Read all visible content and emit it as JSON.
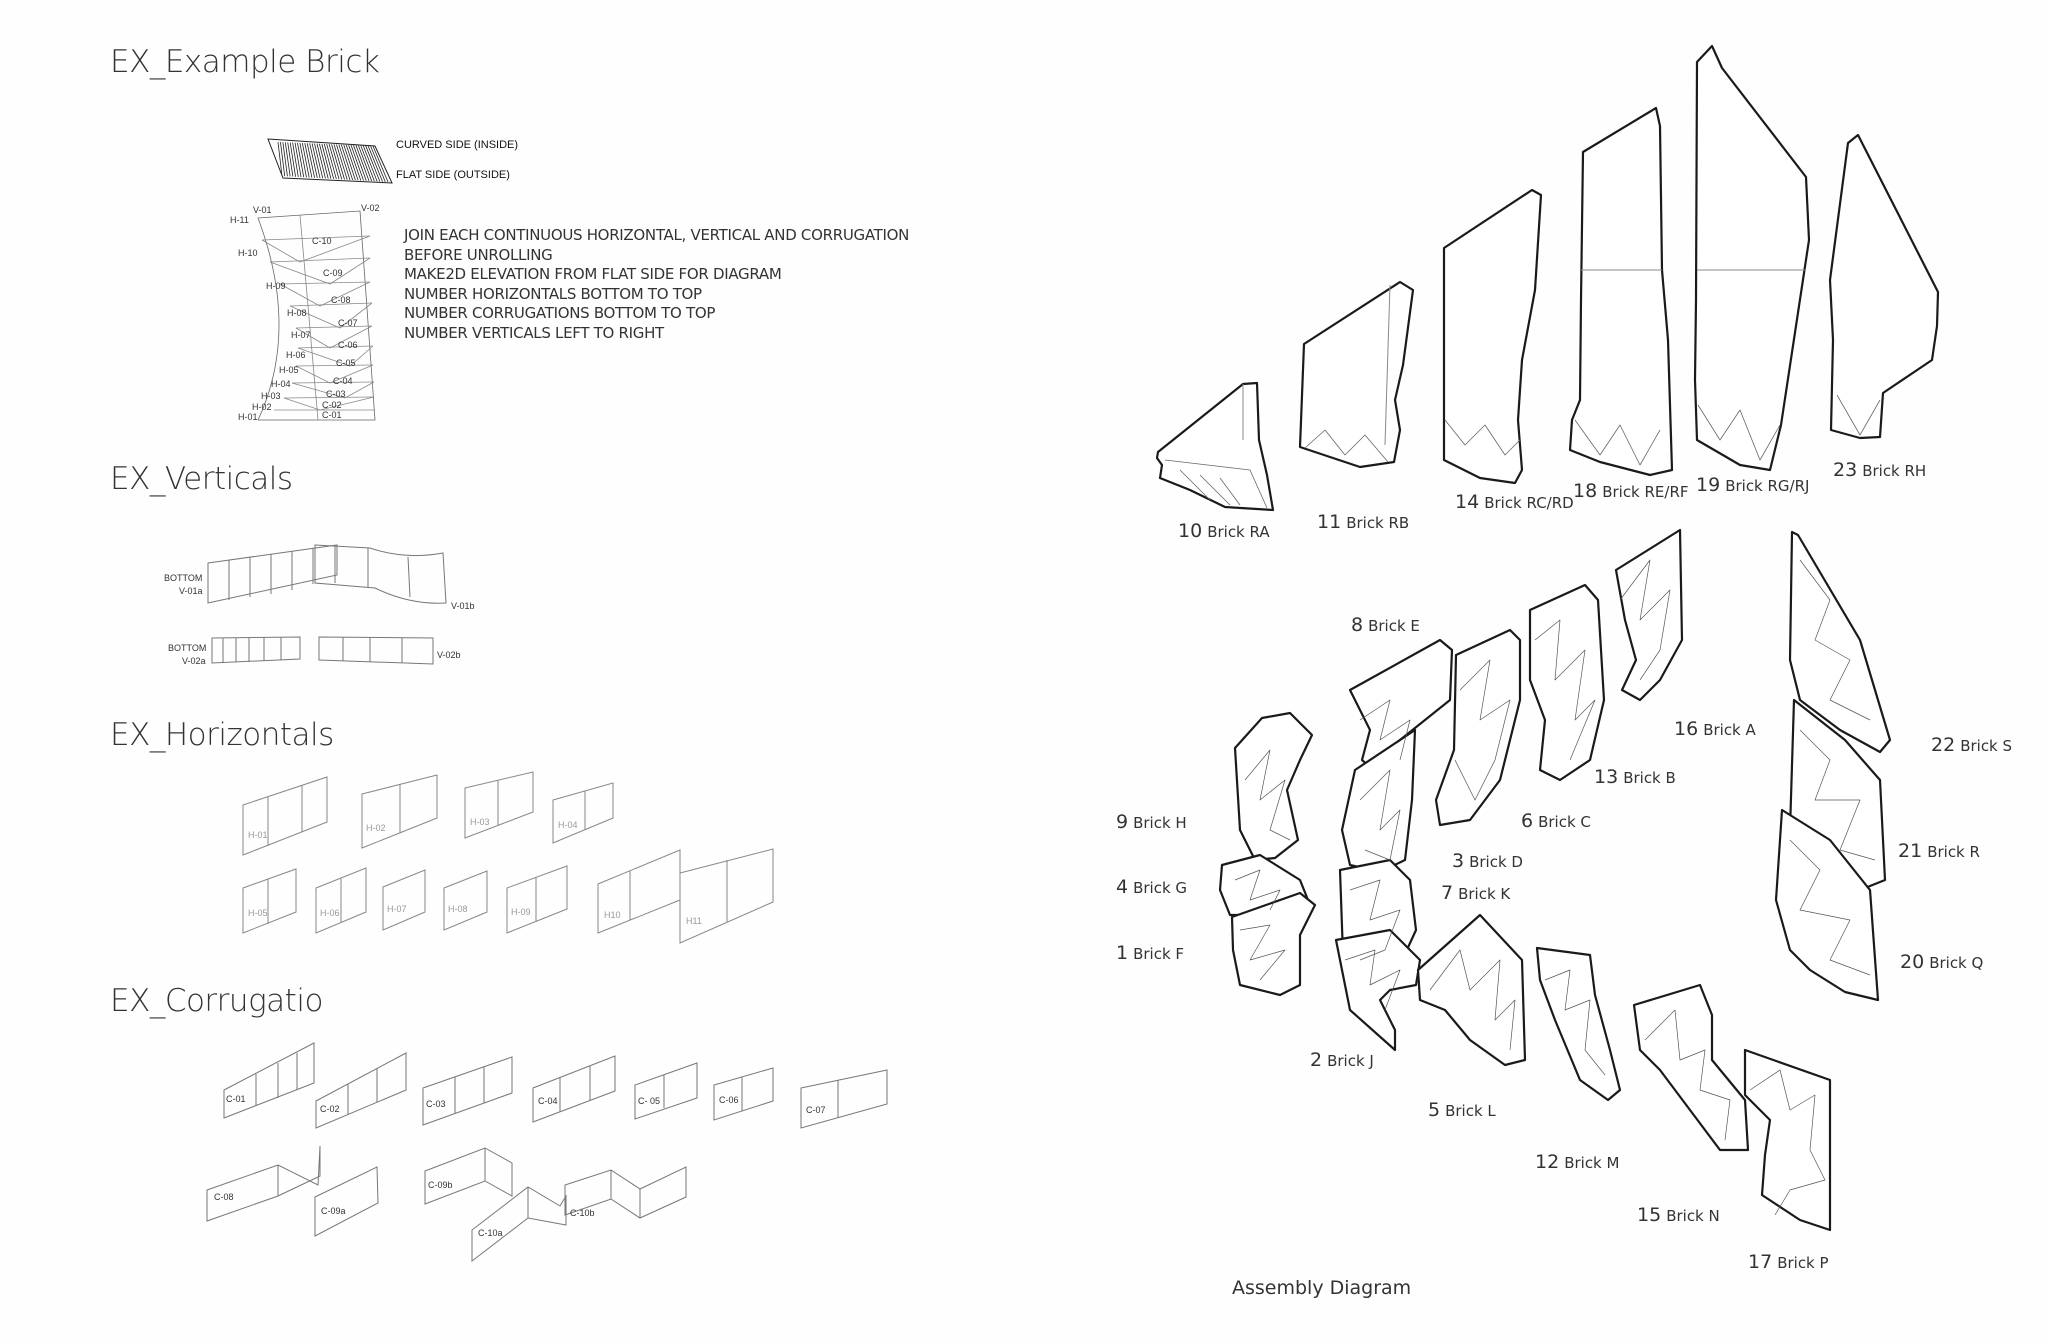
{
  "sections": {
    "example_brick": "EX_Example Brick",
    "verticals": "EX_Verticals",
    "horizontals": "EX_Horizontals",
    "corrugations": "EX_Corrugatio"
  },
  "example": {
    "curved_side": "CURVED SIDE (INSIDE)",
    "flat_side": "FLAT SIDE (OUTSIDE)",
    "v_labels": [
      "V-01",
      "V-02"
    ],
    "h_labels": [
      "H-11",
      "H-10",
      "H-09",
      "H-08",
      "H-07",
      "H-06",
      "H-05",
      "H-04",
      "H-03",
      "H-02",
      "H-01"
    ],
    "c_labels": [
      "C-10",
      "C-09",
      "C-08",
      "C-07",
      "C-06",
      "C-05",
      "C-04",
      "C-03",
      "C-02",
      "C-01"
    ],
    "instructions": [
      "JOIN EACH CONTINUOUS HORIZONTAL, VERTICAL AND CORRUGATION",
      "BEFORE UNROLLING",
      "MAKE2D ELEVATION FROM FLAT SIDE FOR DIAGRAM",
      "NUMBER HORIZONTALS BOTTOM TO TOP",
      "NUMBER CORRUGATIONS BOTTOM TO TOP",
      "NUMBER VERTICALS LEFT TO RIGHT"
    ]
  },
  "verticals": {
    "bottom_1": "BOTTOM",
    "v01a": "V-01a",
    "v01b": "V-01b",
    "bottom_2": "BOTTOM",
    "v02a": "V-02a",
    "v02b": "V-02b"
  },
  "horizontals": [
    "H-01",
    "H-02",
    "H-03",
    "H-04",
    "H-05",
    "H-06",
    "H-07",
    "H-08",
    "H-09",
    "H10",
    "H11"
  ],
  "corrugations": [
    "C-01",
    "C-02",
    "C-03",
    "C-04",
    "C- 05",
    "C-06",
    "C-07",
    "C-08",
    "C-09a",
    "C-09b",
    "C-10a",
    "C-10b"
  ],
  "bricks": [
    {
      "num": "10",
      "name": "Brick RA"
    },
    {
      "num": "11",
      "name": "Brick RB"
    },
    {
      "num": "14",
      "name": "Brick RC/RD"
    },
    {
      "num": "18",
      "name": "Brick RE/RF"
    },
    {
      "num": "19",
      "name": "Brick RG/RJ"
    },
    {
      "num": "23",
      "name": "Brick RH"
    },
    {
      "num": "8",
      "name": "Brick E"
    },
    {
      "num": "16",
      "name": "Brick A"
    },
    {
      "num": "22",
      "name": "Brick S"
    },
    {
      "num": "13",
      "name": "Brick B"
    },
    {
      "num": "6",
      "name": "Brick C"
    },
    {
      "num": "9",
      "name": "Brick H"
    },
    {
      "num": "3",
      "name": "Brick D"
    },
    {
      "num": "21",
      "name": "Brick R"
    },
    {
      "num": "4",
      "name": "Brick G"
    },
    {
      "num": "7",
      "name": "Brick K"
    },
    {
      "num": "1",
      "name": "Brick F"
    },
    {
      "num": "20",
      "name": "Brick Q"
    },
    {
      "num": "2",
      "name": "Brick J"
    },
    {
      "num": "5",
      "name": "Brick L"
    },
    {
      "num": "12",
      "name": "Brick M"
    },
    {
      "num": "15",
      "name": "Brick N"
    },
    {
      "num": "17",
      "name": "Brick P"
    }
  ],
  "caption": "Assembly Diagram",
  "colors": {
    "line": "#1a1a1a",
    "thin": "#777777",
    "mesh": "#555555"
  }
}
